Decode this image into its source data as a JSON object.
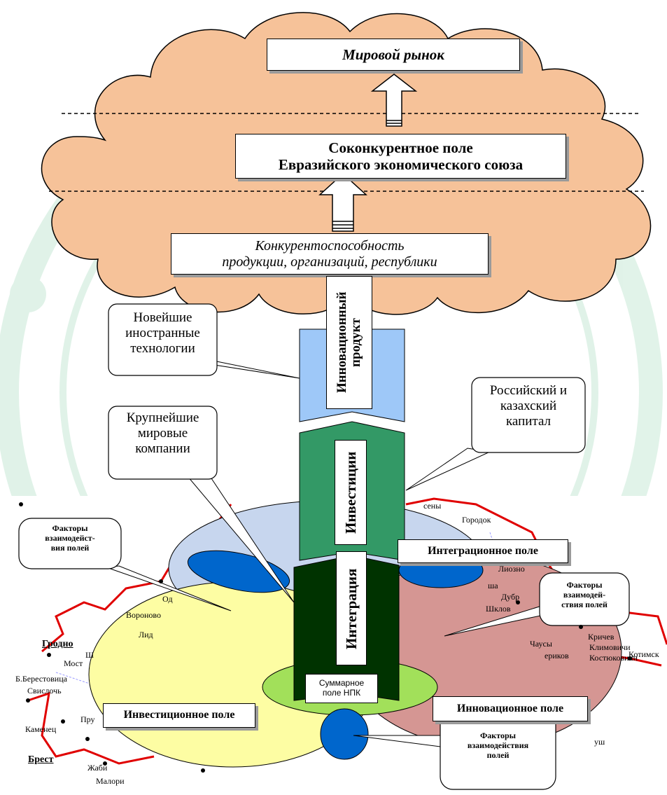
{
  "world_market": "Мировой рынок",
  "cocompetitive_field": [
    "Соконкурентное поле",
    "Евразийского экономического союза"
  ],
  "competitiveness": [
    "Конкурентоспособность",
    "продукции, организаций, республики"
  ],
  "columns": {
    "innovation_product": "Инновационный продукт",
    "investments": "Инвестиции",
    "integration": "Интеграция"
  },
  "callouts": {
    "foreign_tech": [
      "Новейшие",
      "иностранные",
      "технологии"
    ],
    "world_companies": [
      "Крупнейшие",
      "мировые",
      "компании"
    ],
    "ru_kz_capital": [
      "Российский и",
      "казахский",
      "капитал"
    ],
    "factors_left": [
      "Факторы",
      "взаимодейст-",
      "вия полей"
    ],
    "factors_right": [
      "Факторы",
      "взаимодей-",
      "ствия полей"
    ],
    "factors_bottom": [
      "Факторы",
      "взаимодействия",
      "полей"
    ]
  },
  "fields": {
    "integration": "Интеграционное поле",
    "investment": "Инвестиционное поле",
    "innovation": "Инновационное поле",
    "summary": [
      "Суммарное",
      "поле НПК"
    ]
  },
  "map_labels": {
    "grodno": "Гродно",
    "brest": "Брест",
    "gorodok": "Городок",
    "voronovo": "Вороново",
    "most": "Мост",
    "b_berestovica": "Б.Берестовица",
    "svisloch": "Свислочь",
    "kamenec": "Каменец",
    "pru": "Пру",
    "zhabi": "Жаби",
    "malori": "Малори",
    "lid": "Лид",
    "dubr": "Дубр",
    "shklov": "Шклов",
    "chausy": "Чаусы",
    "krichev": "Кричев",
    "klimovichi": "Климовичи",
    "kostyukovichi": "Костюковичи",
    "kotimsk": "Котимск",
    "rikov": "ериков",
    "lioznо": "Лиозно",
    "sha": "ша",
    "usony": "сены",
    "ush": "уш",
    "od": "Од",
    "sh": "Ш"
  },
  "colors": {
    "cloud": "#f6c299",
    "integration_field": "#c7d6ee",
    "investment_field": "#fdfda3",
    "innovation_field": "#d59693",
    "summary_field": "#a2e05a",
    "innovation_column": "#9ec8f8",
    "investment_column": "#339966",
    "integration_column": "#003300",
    "factor_ellipse": "#0066cc",
    "map_border": "#e00000"
  }
}
